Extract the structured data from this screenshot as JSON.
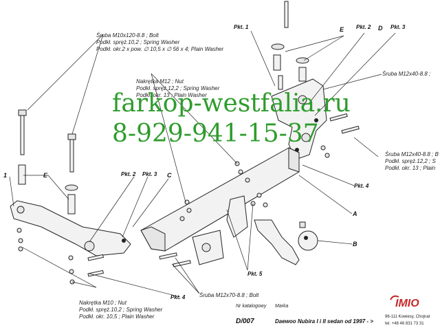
{
  "labels": {
    "bolt_m10_top": {
      "pl": "Śruba M10x120-8.8 ;",
      "en": "Bolt"
    },
    "washer_spring_10": {
      "pl": "Podkł. spręż.10,2 ;",
      "en": "Spring Washer"
    },
    "washer_plain_2x": {
      "pl": "Podkł. okr.2 x pow. ∅ 10,5 x ∅ 56 x 4;",
      "en": "Plain Washer"
    },
    "nut_m12": {
      "pl": "Nakrętka M12 ;",
      "en": "Nut"
    },
    "washer_spring_12": {
      "pl": "Podkł. spręż.12,2 ;",
      "en": "Spring Washer"
    },
    "washer_plain_13": {
      "pl": "Podkł. okr. 13 ;",
      "en": "Plain Washer"
    },
    "bolt_m12x40_a": {
      "pl": "Śruba M12x40-8.8 ;",
      "en": ""
    },
    "bolt_m12x40_b": {
      "pl": "Śruba M12x40-8.8 ;",
      "en": "B"
    },
    "washer_spring_12_b": {
      "pl": "Podkł. spręż.12,2 ;",
      "en": "S"
    },
    "washer_plain_13_b": {
      "pl": "Podkł. okr. 13 ;",
      "en": "Plain"
    },
    "bolt_m12x70": {
      "pl": "Śruba M12x70-8.8 ;",
      "en": "Bolt"
    },
    "nut_m10": {
      "pl": "Nakrętka M10 ;",
      "en": "Nut"
    },
    "washer_spring_10_b": {
      "pl": "Podkł. spręż.10,2 ;",
      "en": "Spring Washer"
    },
    "washer_plain_105": {
      "pl": "Podkł. okr. 10,5 ;",
      "en": "Plain Washer"
    }
  },
  "markers": {
    "pkt1_top": "Pkt. 1",
    "pkt2_top": "Pkt. 2",
    "pkt3_top": "Pkt. 3",
    "pkt2_left": "Pkt. 2",
    "pkt3_left": "Pkt. 3",
    "pkt4_right": "Pkt. 4",
    "pkt4_bottom": "Pkt. 4",
    "pkt5": "Pkt. 5",
    "E_top": "E",
    "D": "D",
    "E_left": "E",
    "C": "C",
    "one": "1",
    "A": "A",
    "B": "B"
  },
  "watermark": {
    "site": "farkop-westfalia.ru",
    "phone": "8-929-941-15-37"
  },
  "titleblock": {
    "catalog_label": "Nr katalogowy",
    "catalog_no": "D/007",
    "make_label": "Marka",
    "model": "Daewoo Nubira I i II sedan  od 1997 - >",
    "logo": "IMIO",
    "address": "96-111 Kowiesy, Chojnat",
    "phone": "tel. +48 46 831 73 31"
  },
  "colors": {
    "watermark": "#2e9c2c",
    "logo": "#c62828",
    "ink": "#222222"
  }
}
